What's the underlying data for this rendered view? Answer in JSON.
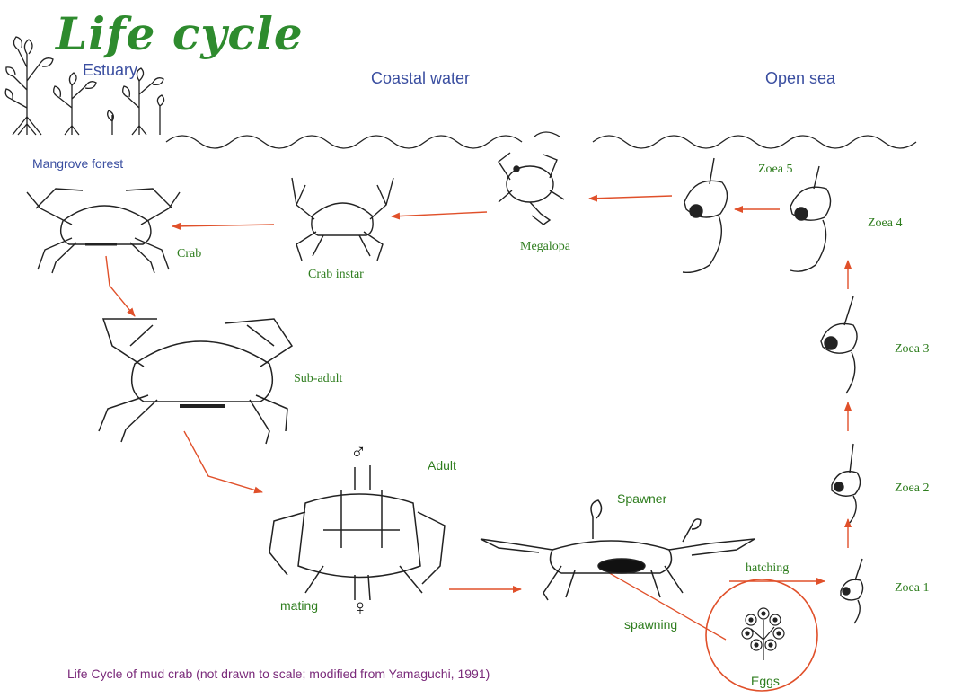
{
  "title": "Life cycle",
  "zones": {
    "estuary": "Estuary",
    "coastal": "Coastal water",
    "open_sea": "Open sea",
    "mangrove": "Mangrove forest"
  },
  "stages": {
    "crab": "Crab",
    "crab_instar": "Crab instar",
    "megalopa": "Megalopa",
    "zoea5": "Zoea 5",
    "zoea4": "Zoea 4",
    "zoea3": "Zoea 3",
    "zoea2": "Zoea 2",
    "zoea1": "Zoea 1",
    "sub_adult": "Sub-adult",
    "adult": "Adult",
    "spawner": "Spawner",
    "eggs": "Eggs"
  },
  "process": {
    "mating": "mating",
    "hatching": "hatching",
    "spawning": "spawning"
  },
  "symbols": {
    "male": "♂",
    "female": "♀"
  },
  "caption": "Life Cycle of mud crab (not drawn to scale; modified from Yamaguchi, 1991)",
  "colors": {
    "title": "#2e8b2e",
    "zone": "#3a4ea0",
    "stage": "#2e7d1e",
    "arrow": "#e0502a",
    "caption": "#7a2a7a"
  }
}
